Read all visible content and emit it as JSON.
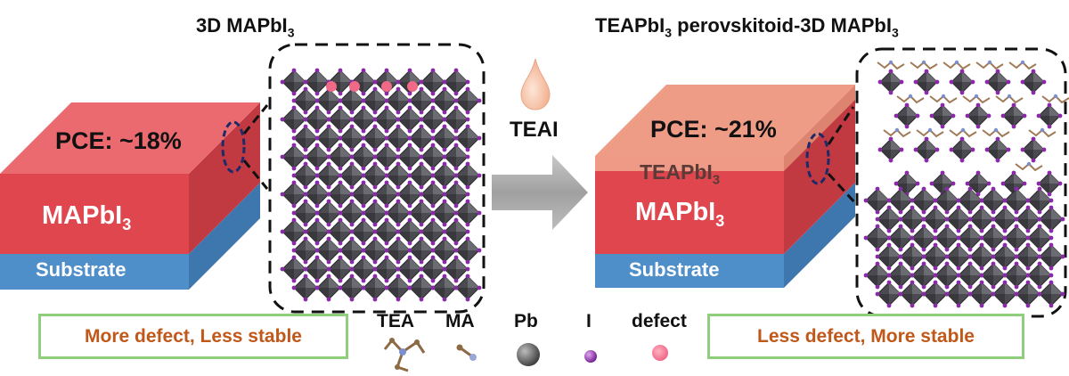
{
  "left": {
    "title": "3D MAPbI",
    "title_sub": "3",
    "pce": "PCE: ~18%",
    "layer_label": "MAPbI",
    "layer_label_sub": "3",
    "substrate": "Substrate",
    "note": "More defect, Less stable"
  },
  "right": {
    "title_a": "TEAPbI",
    "title_a_sub": "3",
    "title_b": " perovskitoid-3D MAPbI",
    "title_b_sub": "3",
    "pce": "PCE: ~21%",
    "top_layer_label": "TEAPbI",
    "top_layer_label_sub": "3",
    "layer_label": "MAPbI",
    "layer_label_sub": "3",
    "substrate": "Substrate",
    "note": "Less defect, More stable"
  },
  "center": {
    "reagent": "TEAI"
  },
  "legend": [
    "TEA",
    "MA",
    "Pb",
    "I",
    "defect"
  ],
  "colors": {
    "perovskite_red": "#e0464e",
    "perovskite_top": "#ea6a70",
    "teapbi_layer": "#ee9a86",
    "substrate_blue": "#4f8fc9",
    "octahedron": "#4a4a50",
    "iodide": "#8a2aa8",
    "defect": "#f06a88",
    "note_border": "#8fce7c",
    "note_text": "#c0581a",
    "arrow": "#a5a5a5"
  }
}
